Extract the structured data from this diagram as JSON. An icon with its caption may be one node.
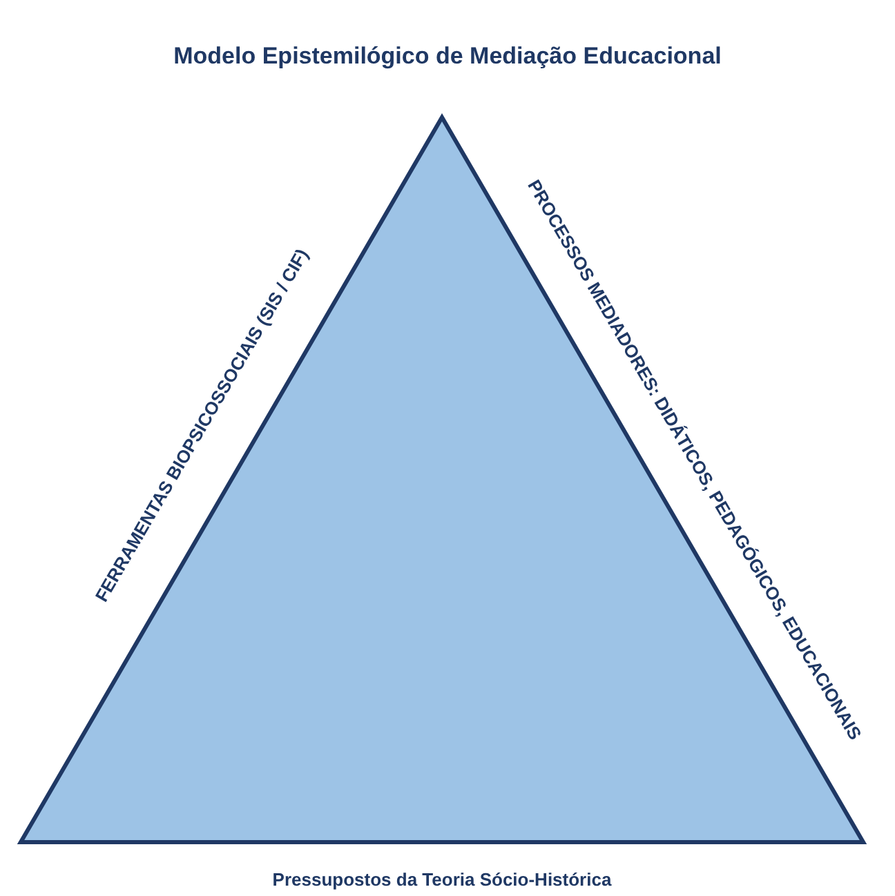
{
  "diagram": {
    "title": "Modelo Epistemilógico de Mediação Educacional",
    "nodes": [
      {
        "text": [],
        "shape": "triangle",
        "beside": [
          "FERRAMENTAS BIOPSICOSSOCIAIS (SIS / CIF)",
          "PROCESSOS MEDIADORES: DIDÁTICOS, PEDAGÓGICOS, EDUCACIONAIS",
          "Pressupostos da Teoria Sócio-Histórica"
        ]
      }
    ]
  }
}
